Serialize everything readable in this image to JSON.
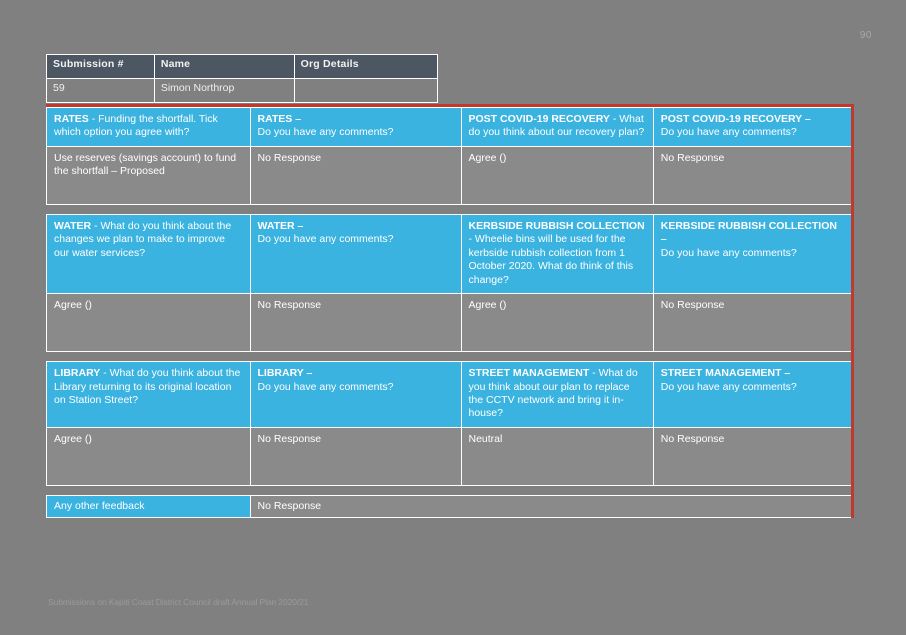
{
  "document": {
    "page_number": "90",
    "footer_text": "Submissions on Kapiti Coast District Council draft Annual Plan 2020/21"
  },
  "identity": {
    "headers": {
      "submission": "Submission #",
      "name": "Name",
      "org": "Org Details"
    },
    "values": {
      "submission": "59",
      "name": "Simon Northrop",
      "org": ""
    }
  },
  "survey": {
    "rows": [
      {
        "questions": [
          {
            "topic": "RATES",
            "text": " - Funding the shortfall. Tick which option you agree with?",
            "answer": "Use reserves (savings account) to fund the shortfall – Proposed"
          },
          {
            "topic": "RATES –",
            "text": "Do you have any comments?",
            "answer": "No Response"
          },
          {
            "topic": "POST COVID-19 RECOVERY",
            "text": " - What do you think about our recovery plan?",
            "answer": "Agree ()"
          },
          {
            "topic": "POST COVID-19 RECOVERY –",
            "text": "Do you have any comments?",
            "answer": "No Response"
          }
        ]
      },
      {
        "questions": [
          {
            "topic": "WATER",
            "text": " - What do you think about the changes we plan to make to improve our water services?",
            "answer": "Agree ()"
          },
          {
            "topic": "WATER –",
            "text": "Do you have any comments?",
            "answer": "No Response"
          },
          {
            "topic": "KERBSIDE RUBBISH COLLECTION",
            "text": " - Wheelie bins will be used for the kerbside rubbish collection from 1 October 2020. What do think of this change?",
            "answer": "Agree ()"
          },
          {
            "topic": "KERBSIDE RUBBISH COLLECTION –",
            "text": "Do you have any comments?",
            "answer": "No Response"
          }
        ]
      },
      {
        "questions": [
          {
            "topic": "LIBRARY",
            "text": " - What do you think about the Library returning to its original location on Station Street?",
            "answer": "Agree ()"
          },
          {
            "topic": "LIBRARY –",
            "text": "Do you have any comments?",
            "answer": "No Response"
          },
          {
            "topic": "STREET MANAGEMENT",
            "text": " - What do you think about our plan to replace the CCTV network and bring it in-house?",
            "answer": "Neutral"
          },
          {
            "topic": "STREET MANAGEMENT –",
            "text": "Do you have any comments?",
            "answer": "No Response"
          }
        ]
      }
    ],
    "final": {
      "label": "Any other feedback",
      "answer": "No Response"
    }
  },
  "colors": {
    "question_bg": "#3bb3e0",
    "answer_bg": "#8a8a8a",
    "page_bg": "#808080",
    "accent": "#c0392b",
    "header_bg": "#4d5663"
  }
}
